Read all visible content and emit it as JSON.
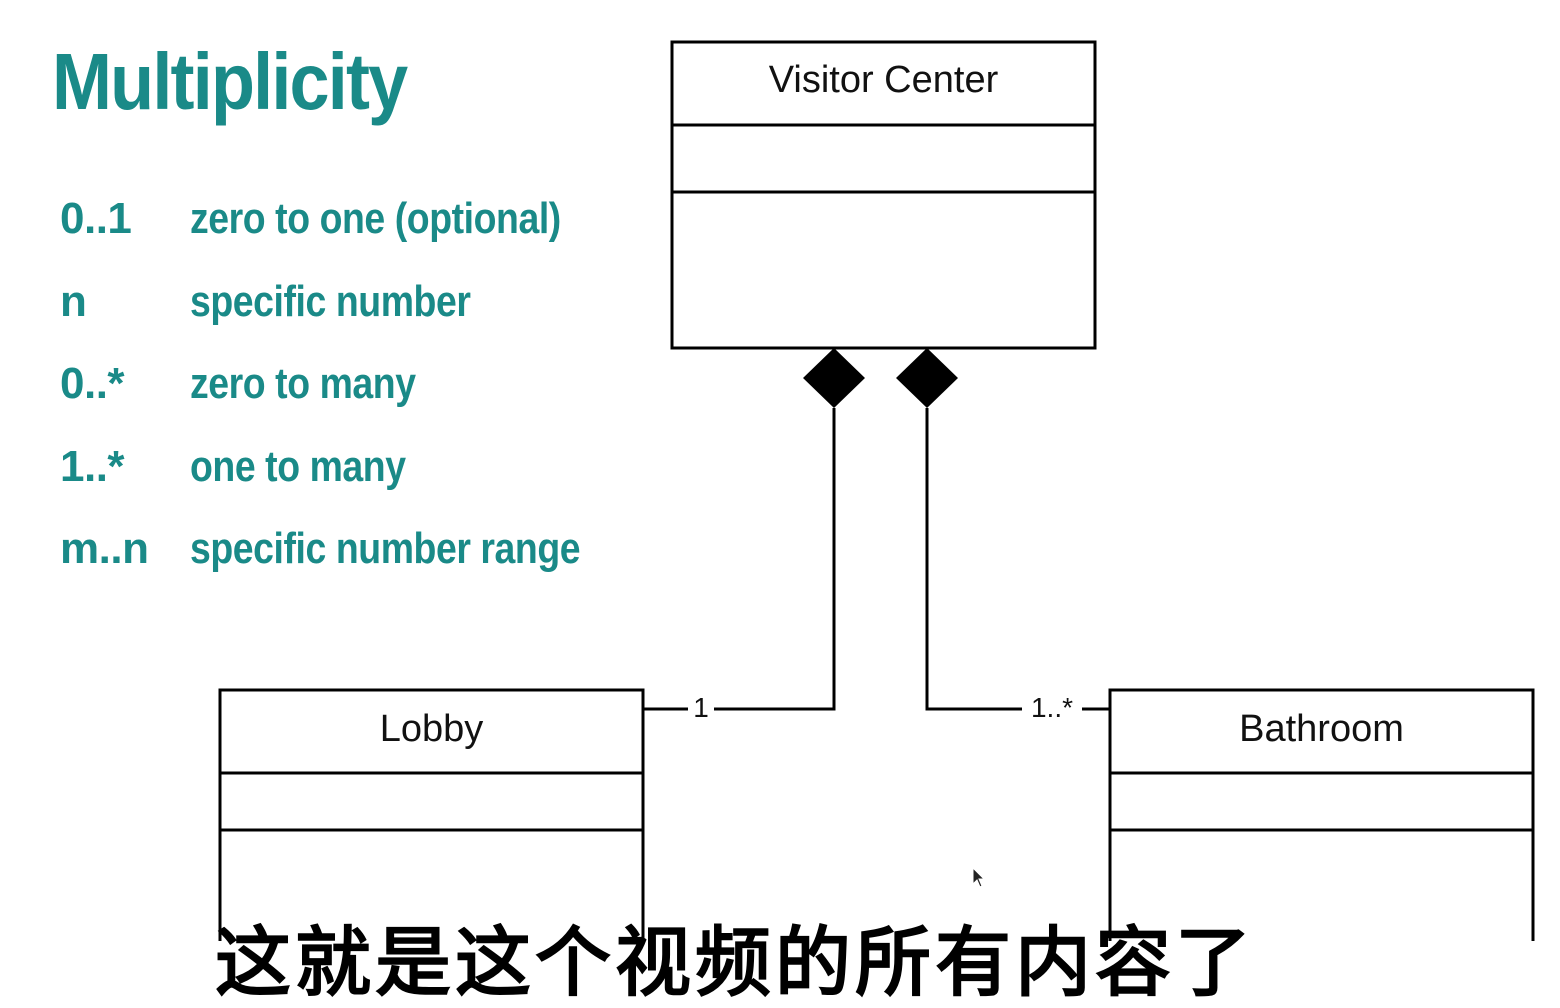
{
  "title": "Multiplicity",
  "legend": [
    {
      "symbol": "0..1",
      "description": "zero to one (optional)"
    },
    {
      "symbol": "n",
      "description": "specific number"
    },
    {
      "symbol": "0..*",
      "description": "zero to many"
    },
    {
      "symbol": "1..*",
      "description": "one to many"
    },
    {
      "symbol": "m..n",
      "description": "specific number range"
    }
  ],
  "diagram": {
    "classes": {
      "visitor_center": "Visitor Center",
      "lobby": "Lobby",
      "bathroom": "Bathroom"
    },
    "associations": [
      {
        "type": "composition",
        "whole": "Visitor Center",
        "part": "Lobby",
        "multiplicity": "1"
      },
      {
        "type": "composition",
        "whole": "Visitor Center",
        "part": "Bathroom",
        "multiplicity": "1..*"
      }
    ]
  },
  "subtitle": "这就是这个视频的所有内容了",
  "colors": {
    "accent": "#1a8a88",
    "line": "#000000",
    "background": "#ffffff"
  }
}
